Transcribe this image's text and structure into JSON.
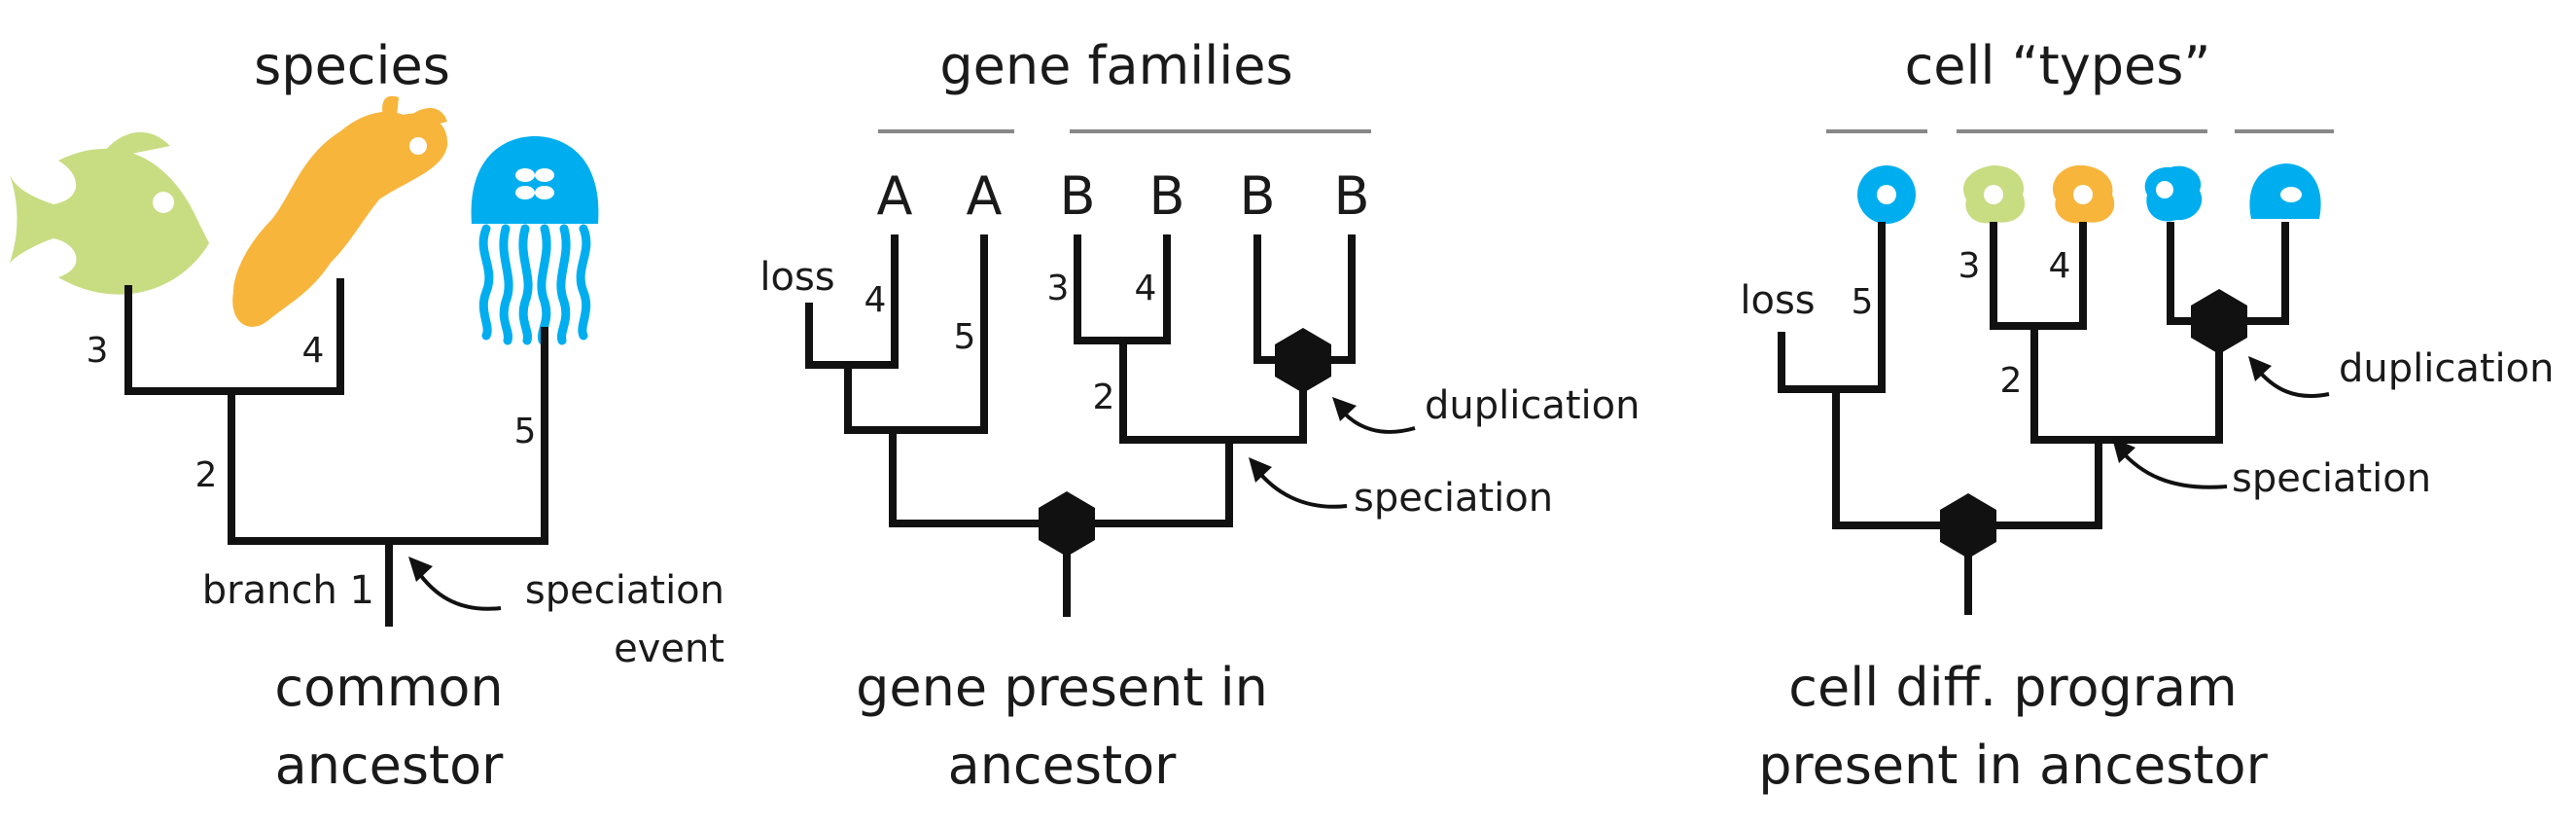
{
  "colors": {
    "green": "#c8dc82",
    "orange": "#f7b53c",
    "blue": "#00aeef",
    "line": "#111111",
    "bar": "#888888"
  },
  "panel1": {
    "title": "species",
    "branches": [
      "3",
      "4",
      "2",
      "5",
      "branch 1"
    ],
    "speciation_line1": "speciation",
    "speciation_line2": "event",
    "bottom_line1": "common",
    "bottom_line2": "ancestor",
    "icons": [
      "fish-icon",
      "crustacean-icon",
      "jellyfish-icon"
    ]
  },
  "panel2": {
    "title": "gene families",
    "tips": [
      "A",
      "A",
      "B",
      "B",
      "B",
      "B"
    ],
    "tip_colors": [
      "orange",
      "blue",
      "green",
      "orange",
      "blue",
      "blue"
    ],
    "branches": [
      "4",
      "5",
      "3",
      "4",
      "2"
    ],
    "loss": "loss",
    "duplication": "duplication",
    "speciation": "speciation",
    "bottom_line1": "gene present in",
    "bottom_line2": "ancestor"
  },
  "panel3": {
    "title": "cell “types”",
    "branches": [
      "5",
      "3",
      "4",
      "2"
    ],
    "loss": "loss",
    "duplication": "duplication",
    "speciation": "speciation",
    "bottom_line1": "cell diff. program",
    "bottom_line2": "present in ancestor",
    "cells": [
      "cell-icon",
      "cell-icon",
      "cell-icon",
      "cell-icon",
      "cell-icon"
    ]
  }
}
